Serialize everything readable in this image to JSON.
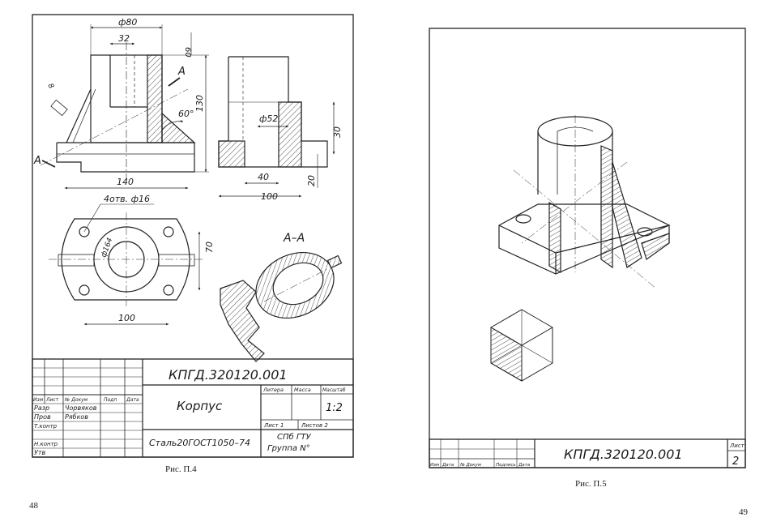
{
  "left_page": {
    "caption": "Рис. П.4",
    "page_number": "48",
    "section_label": "А–А",
    "section_mark": "А",
    "dimensions": {
      "d80": "ф80",
      "d32": "32",
      "d60": "60",
      "d130": "130",
      "d8": "8",
      "angle60": "60°",
      "d52": "ф52",
      "d30": "30",
      "d40": "40",
      "d20": "20",
      "d100_side": "100",
      "d140": "140",
      "holes": "4отв. ф16",
      "d164": "ф164",
      "d70": "70",
      "d100_plan": "100"
    },
    "title_block": {
      "designation": "КПГД.320120.001",
      "name": "Корпус",
      "material": "Сталь20ГОСТ1050–74",
      "col_headers": [
        "Изм",
        "Лист",
        "№ Докум",
        "Подп",
        "Дата"
      ],
      "rows": [
        {
          "role": "Разр",
          "person": "Чорвяков"
        },
        {
          "role": "Пров",
          "person": "Рябков"
        },
        {
          "role": "Т.контр",
          "person": ""
        },
        {
          "role": "Н.контр",
          "person": ""
        },
        {
          "role": "Утв",
          "person": ""
        }
      ],
      "litera": "Литера",
      "massa": "Масса",
      "masshtab": "Масштаб",
      "scale": "1:2",
      "sheet": "Лист 1",
      "sheets": "Листов 2",
      "org": "СПб ГТУ",
      "group": "Группа N°"
    }
  },
  "right_page": {
    "caption": "Рис. П.5",
    "page_number": "49",
    "title_block": {
      "designation": "КПГД.320120.001",
      "col_headers": [
        "Изм",
        "Дата",
        "№ Докум",
        "Подпись",
        "Дата"
      ],
      "sheet_label": "Лист",
      "sheet_number": "2"
    }
  }
}
